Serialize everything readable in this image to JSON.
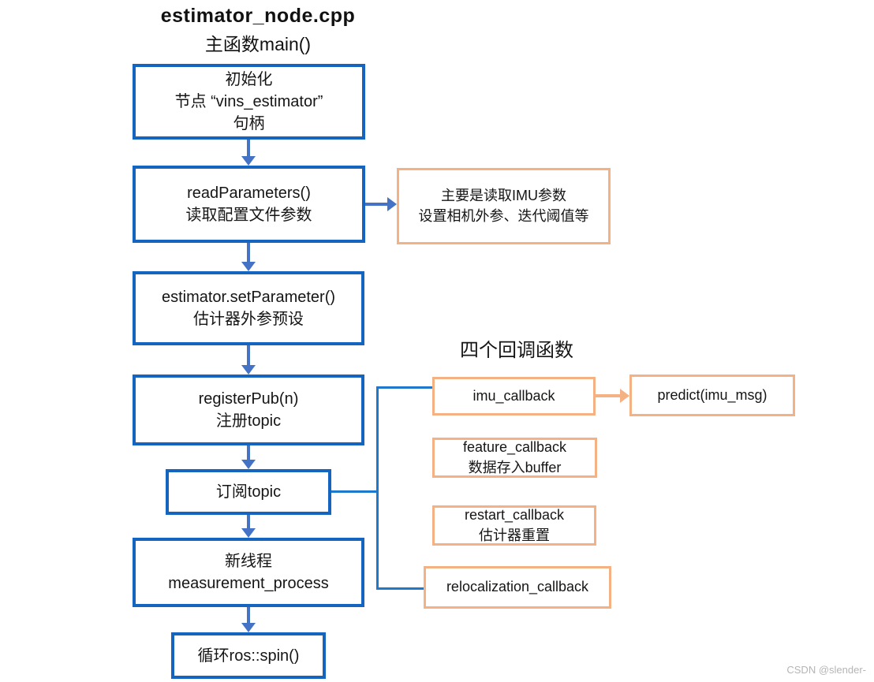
{
  "title": {
    "line1": "estimator_node.cpp",
    "line2": "主函数main()"
  },
  "headings": {
    "callbacks": "四个回调函数"
  },
  "boxes": {
    "init": {
      "lines": [
        "初始化",
        "节点 “vins_estimator”",
        "句柄"
      ]
    },
    "read_params": {
      "lines": [
        "readParameters()",
        "读取配置文件参数"
      ]
    },
    "imu_note": {
      "lines": [
        "主要是读取IMU参数",
        "设置相机外参、迭代阈值等"
      ]
    },
    "set_parameter": {
      "lines": [
        "estimator.setParameter()",
        "估计器外参预设"
      ]
    },
    "register_pub": {
      "lines": [
        "registerPub(n)",
        "注册topic"
      ]
    },
    "subscribe": {
      "lines": [
        "订阅topic"
      ]
    },
    "imu_callback": {
      "lines": [
        "imu_callback"
      ]
    },
    "predict": {
      "lines": [
        "predict(imu_msg)"
      ]
    },
    "feature_callback": {
      "lines": [
        "feature_callback",
        "数据存入buffer"
      ]
    },
    "restart_callback": {
      "lines": [
        "restart_callback",
        "估计器重置"
      ]
    },
    "relocalization_callback": {
      "lines": [
        "relocalization_callback"
      ]
    },
    "measurement_thread": {
      "lines": [
        "新线程",
        "measurement_process"
      ]
    },
    "ros_spin": {
      "lines": [
        "循环ros::spin()"
      ]
    }
  },
  "watermark": "CSDN @slender-",
  "colors": {
    "blue_border": "#1565C0",
    "line_blue": "#1E78CC",
    "arrow_blue": "#4472C4",
    "orange_border": "#F4B183"
  }
}
